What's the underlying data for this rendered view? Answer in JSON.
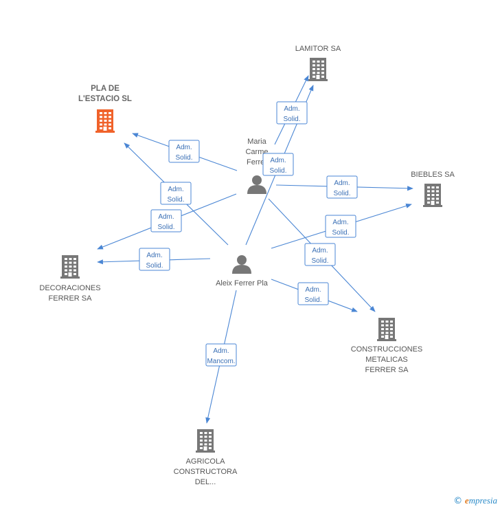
{
  "nodes": [
    {
      "id": "pla",
      "kind": "company",
      "focus": true,
      "lines": [
        "PLA DE",
        "L'ESTACIO SL"
      ],
      "color": "#f0622a"
    },
    {
      "id": "lamitor",
      "kind": "company",
      "lines": [
        "LAMITOR SA"
      ],
      "color": "#777777"
    },
    {
      "id": "biebles",
      "kind": "company",
      "lines": [
        "BIEBLES SA"
      ],
      "color": "#777777"
    },
    {
      "id": "decoraciones",
      "kind": "company",
      "lines": [
        "DECORACIONES",
        "FERRER SA"
      ],
      "color": "#777777"
    },
    {
      "id": "construcciones",
      "kind": "company",
      "lines": [
        "CONSTRUCCIONES",
        "METALICAS",
        "FERRER SA"
      ],
      "color": "#777777"
    },
    {
      "id": "agricola",
      "kind": "company",
      "lines": [
        "AGRICOLA",
        "CONSTRUCTORA",
        "DEL..."
      ],
      "color": "#777777"
    },
    {
      "id": "maria",
      "kind": "person",
      "lines": [
        "Maria",
        "Carme",
        "Ferrer"
      ],
      "color": "#777777"
    },
    {
      "id": "aleix",
      "kind": "person",
      "lines": [
        "Aleix Ferrer Pla"
      ],
      "color": "#777777"
    }
  ],
  "edges": [
    {
      "id": "maria-pla",
      "from": "maria",
      "to": "pla",
      "role": [
        "Adm.",
        "Solid."
      ]
    },
    {
      "id": "aleix-pla",
      "from": "aleix",
      "to": "pla",
      "role": [
        "Adm.",
        "Solid."
      ]
    },
    {
      "id": "maria-lamitor",
      "from": "maria",
      "to": "lamitor",
      "role": [
        "Adm.",
        "Solid."
      ]
    },
    {
      "id": "aleix-lamitor",
      "from": "aleix",
      "to": "lamitor",
      "role": [
        "Adm.",
        "Solid."
      ]
    },
    {
      "id": "maria-biebles",
      "from": "maria",
      "to": "biebles",
      "role": [
        "Adm.",
        "Solid."
      ]
    },
    {
      "id": "aleix-biebles",
      "from": "aleix",
      "to": "biebles",
      "role": [
        "Adm.",
        "Solid."
      ]
    },
    {
      "id": "maria-decoraciones",
      "from": "maria",
      "to": "decoraciones",
      "role": [
        "Adm.",
        "Solid."
      ]
    },
    {
      "id": "aleix-decoraciones",
      "from": "aleix",
      "to": "decoraciones",
      "role": [
        "Adm.",
        "Solid."
      ]
    },
    {
      "id": "maria-construcciones",
      "from": "maria",
      "to": "construcciones",
      "role": [
        "Adm.",
        "Solid."
      ]
    },
    {
      "id": "aleix-construcciones",
      "from": "aleix",
      "to": "construcciones",
      "role": [
        "Adm.",
        "Solid."
      ]
    },
    {
      "id": "aleix-agricola",
      "from": "aleix",
      "to": "agricola",
      "role": [
        "Adm.",
        "Mancom."
      ]
    }
  ],
  "footer": {
    "copyright": "©",
    "brand_initial": "e",
    "brand_rest": "mpresia"
  }
}
